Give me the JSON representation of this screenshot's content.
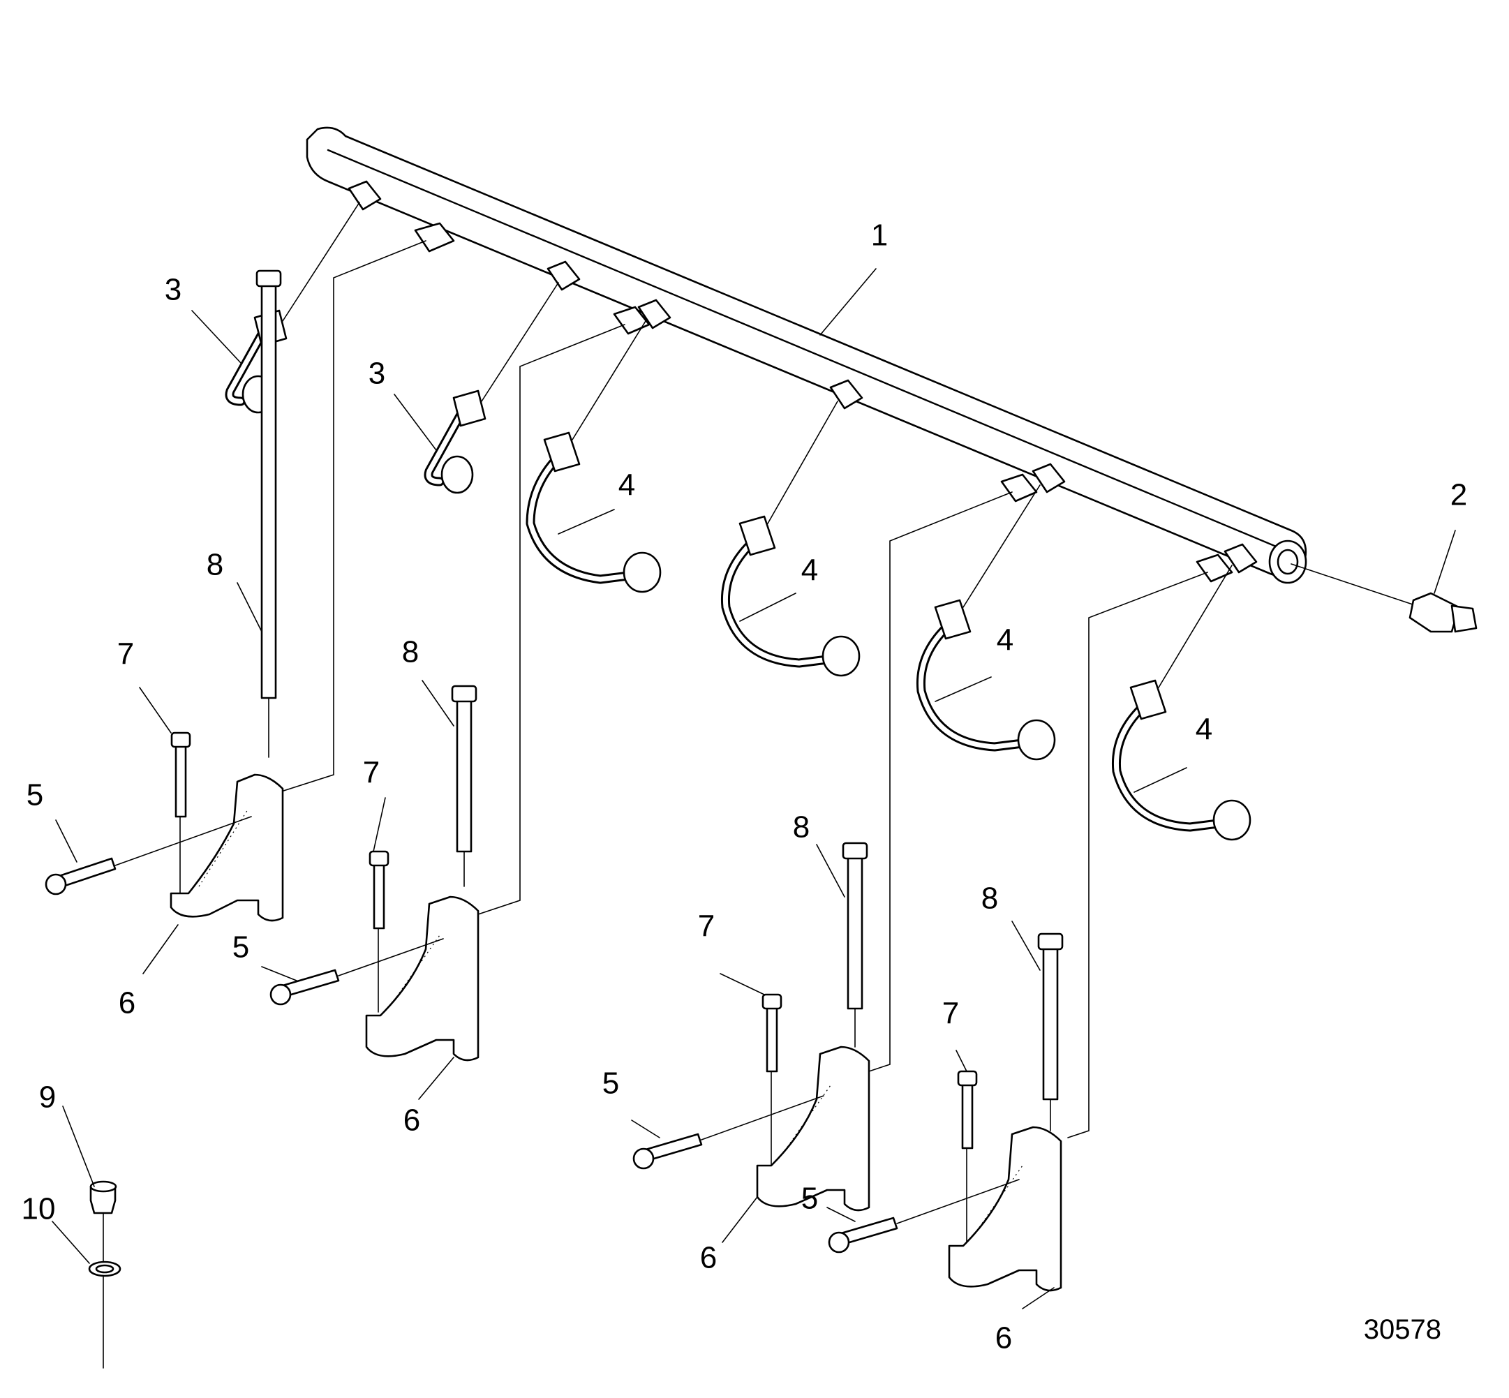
{
  "callouts": {
    "rail": "1",
    "sensor": "2",
    "pipe_short": "3",
    "pipe_long": "4",
    "side_screw": "5",
    "bracket": "6",
    "short_bolt": "7",
    "long_bolt": "8",
    "plug": "9",
    "washer": "10"
  },
  "reference_number": "30578"
}
